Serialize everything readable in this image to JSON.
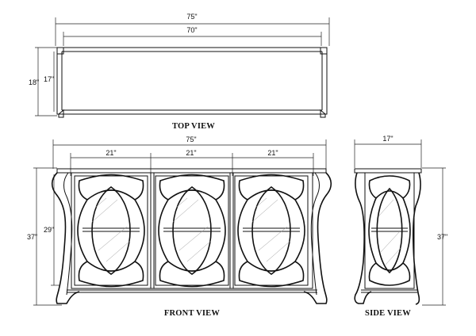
{
  "top_view": {
    "caption": "TOP VIEW",
    "overall_width": "75\"",
    "inner_width": "70\"",
    "depth_outer": "18\"",
    "depth_inner": "17\""
  },
  "front_view": {
    "caption": "FRONT VIEW",
    "overall_width": "75\"",
    "door_widths": [
      "21\"",
      "21\"",
      "21\""
    ],
    "height_total": "37\"",
    "height_cabinet": "29\""
  },
  "side_view": {
    "caption": "SIDE VIEW",
    "depth": "17\"",
    "height": "37\""
  }
}
